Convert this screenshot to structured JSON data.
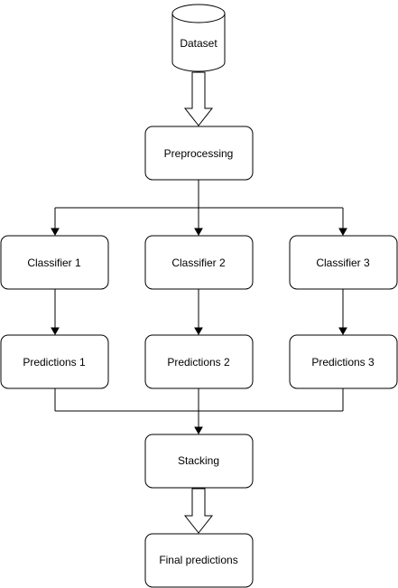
{
  "nodes": {
    "dataset": "Dataset",
    "preprocessing": "Preprocessing",
    "classifier_1": "Classifier 1",
    "classifier_2": "Classifier 2",
    "classifier_3": "Classifier 3",
    "predictions_1": "Predictions 1",
    "predictions_2": "Predictions 2",
    "predictions_3": "Predictions 3",
    "stacking": "Stacking",
    "final_predictions": "Final predictions"
  },
  "edges": [
    {
      "from": "dataset",
      "to": "preprocessing",
      "style": "block-arrow"
    },
    {
      "from": "preprocessing",
      "to": "classifier_1",
      "style": "arrow"
    },
    {
      "from": "preprocessing",
      "to": "classifier_2",
      "style": "arrow"
    },
    {
      "from": "preprocessing",
      "to": "classifier_3",
      "style": "arrow"
    },
    {
      "from": "classifier_1",
      "to": "predictions_1",
      "style": "arrow"
    },
    {
      "from": "classifier_2",
      "to": "predictions_2",
      "style": "arrow"
    },
    {
      "from": "classifier_3",
      "to": "predictions_3",
      "style": "arrow"
    },
    {
      "from": "predictions_1",
      "to": "stacking",
      "style": "arrow"
    },
    {
      "from": "predictions_2",
      "to": "stacking",
      "style": "arrow"
    },
    {
      "from": "predictions_3",
      "to": "stacking",
      "style": "arrow"
    },
    {
      "from": "stacking",
      "to": "final_predictions",
      "style": "block-arrow"
    }
  ],
  "colors": {
    "stroke": "#000000",
    "fill": "#ffffff",
    "text": "#000000"
  }
}
